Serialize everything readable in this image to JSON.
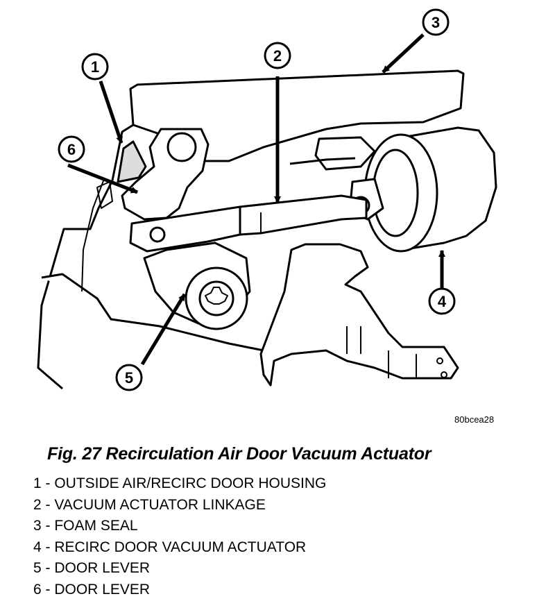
{
  "figure": {
    "callouts": [
      "1",
      "2",
      "3",
      "4",
      "5",
      "6"
    ],
    "reference_id": "80bcea28"
  },
  "caption": "Fig. 27 Recirculation Air Door Vacuum Actuator",
  "legend": [
    "1 - OUTSIDE AIR/RECIRC DOOR HOUSING",
    "2 - VACUUM ACTUATOR LINKAGE",
    "3 - FOAM SEAL",
    "4 - RECIRC DOOR VACUUM ACTUATOR",
    "5 - DOOR LEVER",
    "6 - DOOR LEVER"
  ]
}
